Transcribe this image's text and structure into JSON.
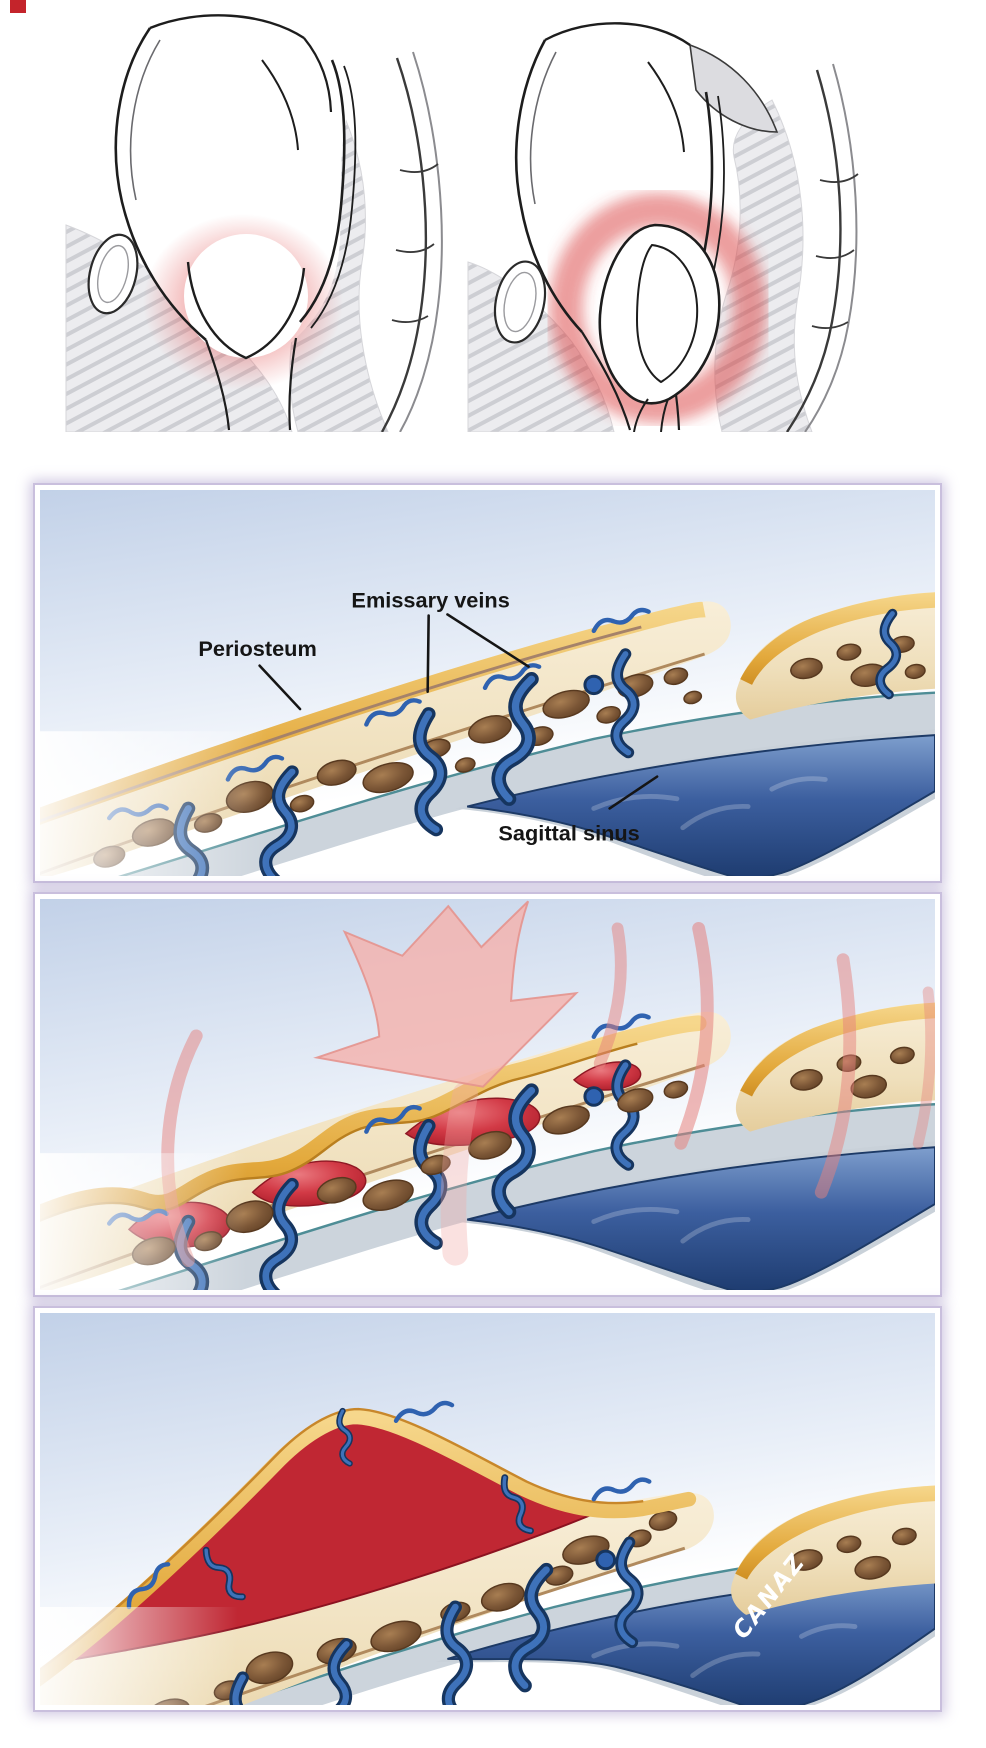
{
  "figure": {
    "panel1": {
      "label_emissary_veins": "Emissary veins",
      "label_periosteum": "Periosteum",
      "label_sagittal_sinus": "Sagittal sinus"
    },
    "panel3": {
      "signature": "CANAZ"
    },
    "colors": {
      "corner_mark": "#c4242b",
      "panel_border": "#c9bfdd",
      "background_sky": "#c2d1e8",
      "bone_cream": "#f1e1ba",
      "bone_gold": "#e3a93c",
      "marrow_brown": "#7b5636",
      "vein_blue": "#3e72ba",
      "sinus_blue": "#3c5f9f",
      "dura_gray": "#ccd4dc",
      "hematoma_red": "#c02733",
      "impact_pink": "#f4b2ad",
      "pressure_glow_red": "#e25656",
      "label_text": "#151515"
    }
  }
}
